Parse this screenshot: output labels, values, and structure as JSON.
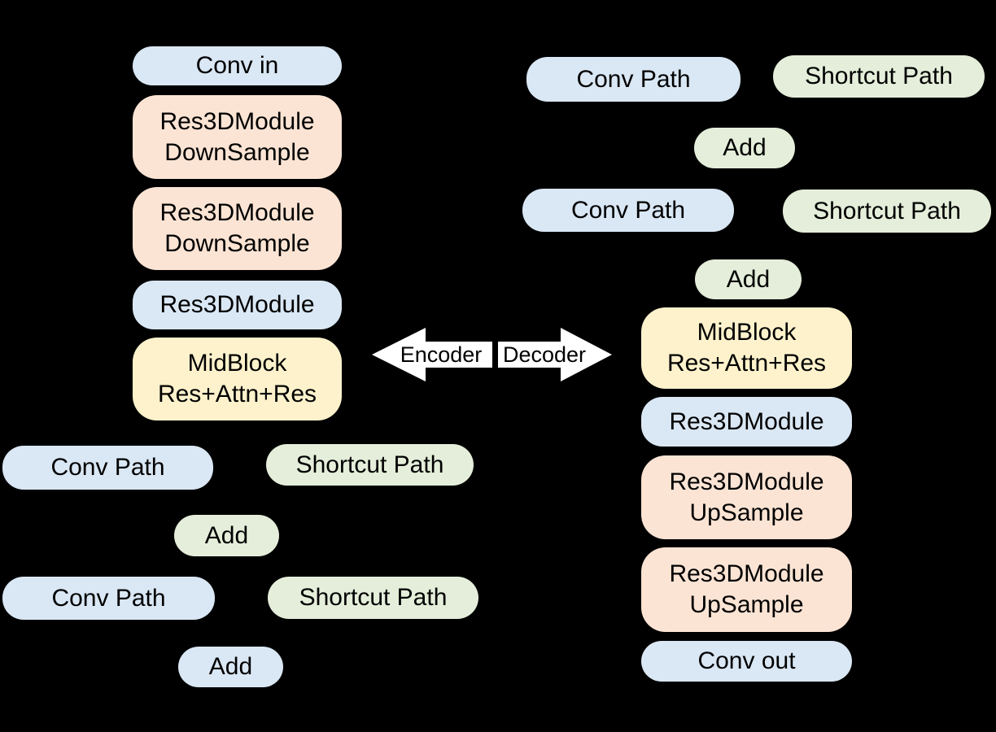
{
  "colors": {
    "background": "#000000",
    "blue": "#dae7f4",
    "pink": "#fce4d4",
    "yellow": "#fdf2cc",
    "green": "#e4eeda",
    "arrow_fill": "#ffffff",
    "text": "#000000"
  },
  "center": {
    "encoder_label": "Encoder",
    "decoder_label": "Decoder"
  },
  "encoder_stack": {
    "boxes": [
      {
        "lines": [
          "Conv in"
        ],
        "color": "blue"
      },
      {
        "lines": [
          "Res3DModule",
          "DownSample"
        ],
        "color": "pink"
      },
      {
        "lines": [
          "Res3DModule",
          "DownSample"
        ],
        "color": "pink"
      },
      {
        "lines": [
          "Res3DModule"
        ],
        "color": "blue"
      },
      {
        "lines": [
          "MidBlock",
          "Res+Attn+Res"
        ],
        "color": "yellow"
      }
    ]
  },
  "decoder_stack": {
    "boxes": [
      {
        "lines": [
          "MidBlock",
          "Res+Attn+Res"
        ],
        "color": "yellow"
      },
      {
        "lines": [
          "Res3DModule"
        ],
        "color": "blue"
      },
      {
        "lines": [
          "Res3DModule",
          "UpSample"
        ],
        "color": "pink"
      },
      {
        "lines": [
          "Res3DModule",
          "UpSample"
        ],
        "color": "pink"
      },
      {
        "lines": [
          "Conv out"
        ],
        "color": "blue"
      }
    ]
  },
  "left_expansion": {
    "groups": [
      {
        "conv_label": "Conv Path",
        "shortcut_label": "Shortcut Path",
        "add_label": "Add",
        "add_color": "green"
      },
      {
        "conv_label": "Conv Path",
        "shortcut_label": "Shortcut Path",
        "add_label": "Add",
        "add_color": "blue"
      }
    ]
  },
  "right_expansion": {
    "groups": [
      {
        "conv_label": "Conv Path",
        "shortcut_label": "Shortcut Path",
        "add_label": "Add",
        "add_color": "green"
      },
      {
        "conv_label": "Conv Path",
        "shortcut_label": "Shortcut Path",
        "add_label": "Add",
        "add_color": "green"
      }
    ]
  }
}
